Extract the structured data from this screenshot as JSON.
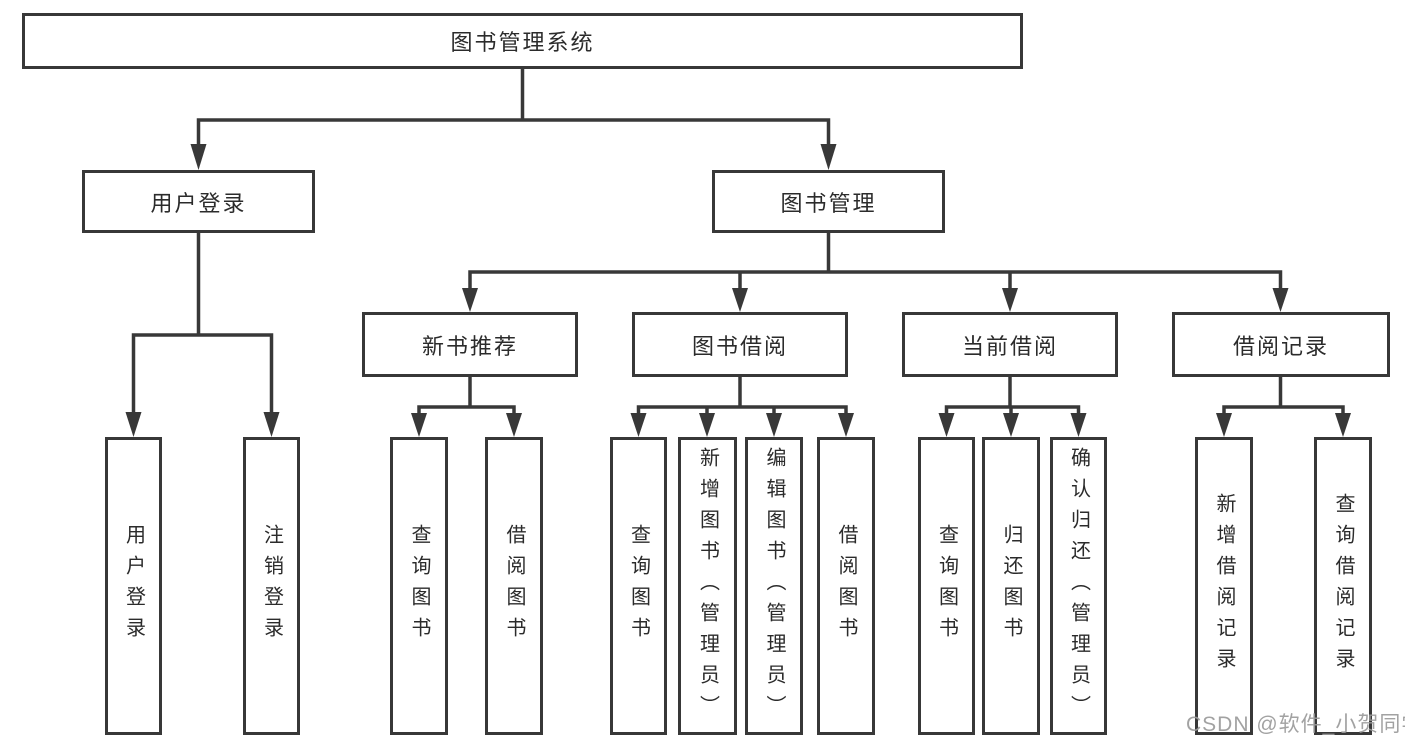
{
  "colors": {
    "line": "#383838",
    "text": "#2b2b2b",
    "watermark": "#9b9b9b",
    "background": "#ffffff"
  },
  "watermark": "CSDN @软件_小贺同学",
  "tree": {
    "label": "图书管理系统",
    "children": [
      {
        "label": "用户登录",
        "children": [
          {
            "label": "用户登录"
          },
          {
            "label": "注销登录"
          }
        ]
      },
      {
        "label": "图书管理",
        "children": [
          {
            "label": "新书推荐",
            "children": [
              {
                "label": "查询图书"
              },
              {
                "label": "借阅图书"
              }
            ]
          },
          {
            "label": "图书借阅",
            "children": [
              {
                "label": "查询图书"
              },
              {
                "label": "新增图书（管理员）"
              },
              {
                "label": "编辑图书（管理员）"
              },
              {
                "label": "借阅图书"
              }
            ]
          },
          {
            "label": "当前借阅",
            "children": [
              {
                "label": "查询图书"
              },
              {
                "label": "归还图书"
              },
              {
                "label": "确认归还（管理员）"
              }
            ]
          },
          {
            "label": "借阅记录",
            "children": [
              {
                "label": "新增借阅记录"
              },
              {
                "label": "查询借阅记录"
              }
            ]
          }
        ]
      }
    ]
  }
}
